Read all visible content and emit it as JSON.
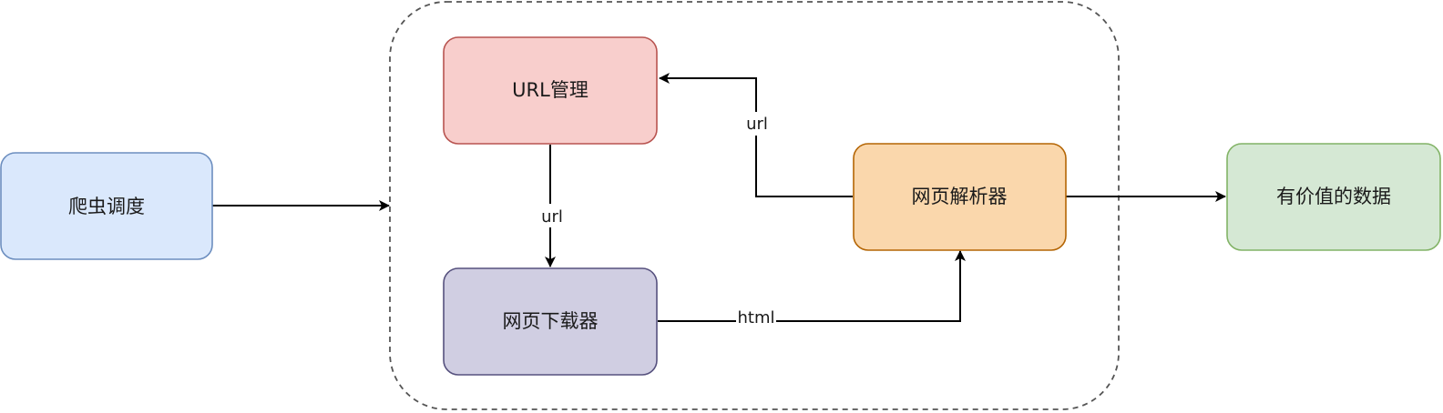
{
  "nodes": {
    "scheduler": {
      "label": "爬虫调度",
      "fill": "#dae8fc",
      "stroke": "#6c8ebf"
    },
    "url_manager": {
      "label": "URL管理",
      "fill": "#f8cecc",
      "stroke": "#b85450"
    },
    "downloader": {
      "label": "网页下载器",
      "fill": "#d0cee2",
      "stroke": "#56517e"
    },
    "parser": {
      "label": "网页解析器",
      "fill": "#fad7ac",
      "stroke": "#b46504"
    },
    "valuable_data": {
      "label": "有价值的数据",
      "fill": "#d5e8d4",
      "stroke": "#82b366"
    }
  },
  "edges": {
    "manager_to_downloader": {
      "label": "url"
    },
    "downloader_to_parser": {
      "label": "html"
    },
    "parser_to_manager": {
      "label": "url"
    }
  },
  "colors": {
    "edge": "#000000",
    "group_border": "#555555"
  }
}
